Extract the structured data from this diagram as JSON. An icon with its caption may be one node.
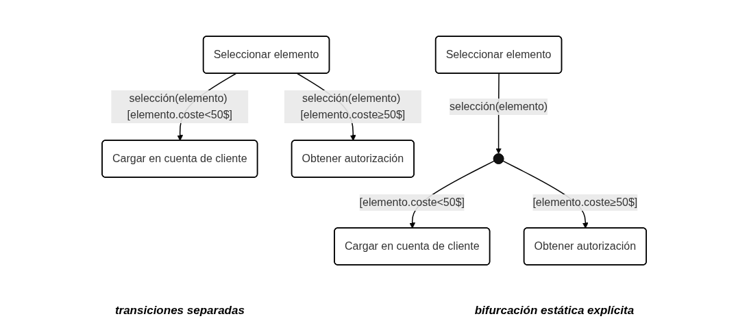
{
  "diagram": {
    "nodes": [
      {
        "text": [
          "Seleccionar elemento"
        ]
      },
      {
        "text": [
          "Cargar en cuenta de cliente"
        ]
      },
      {
        "text": [
          "Obtener autorización"
        ]
      },
      {
        "text": [
          "Seleccionar elemento"
        ]
      },
      {
        "text": [],
        "shape": "circle"
      },
      {
        "text": [
          "Cargar en cuenta de cliente"
        ]
      },
      {
        "text": [
          "Obtener autorización"
        ]
      }
    ],
    "edges": [
      {
        "from": 0,
        "to": 1,
        "arrow": "to",
        "label": "selección(elemento) [elemento.coste<50$]"
      },
      {
        "from": 0,
        "to": 2,
        "arrow": "to",
        "label": "selección(elemento) [elemento.coste≥50$]"
      },
      {
        "from": 3,
        "to": 4,
        "arrow": "to",
        "label": "selección(elemento)"
      },
      {
        "from": 4,
        "to": 5,
        "arrow": "to",
        "label": "[elemento.coste<50$]"
      },
      {
        "from": 4,
        "to": 6,
        "arrow": "to",
        "label": "[elemento.coste≥50$]"
      }
    ],
    "labels": [
      "transiciones separadas",
      "bifurcación estática explícita"
    ]
  }
}
